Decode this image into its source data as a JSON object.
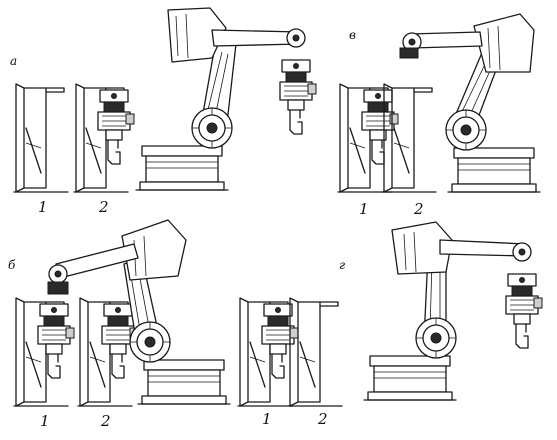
{
  "panels": [
    {
      "letter": "а",
      "stand_labels": [
        "1",
        "2"
      ]
    },
    {
      "letter": "в",
      "stand_labels": [
        "1",
        "2"
      ]
    },
    {
      "letter": "б",
      "stand_labels": [
        "1",
        "2"
      ]
    },
    {
      "letter": "г",
      "stand_labels": [
        "1",
        "2"
      ]
    }
  ]
}
